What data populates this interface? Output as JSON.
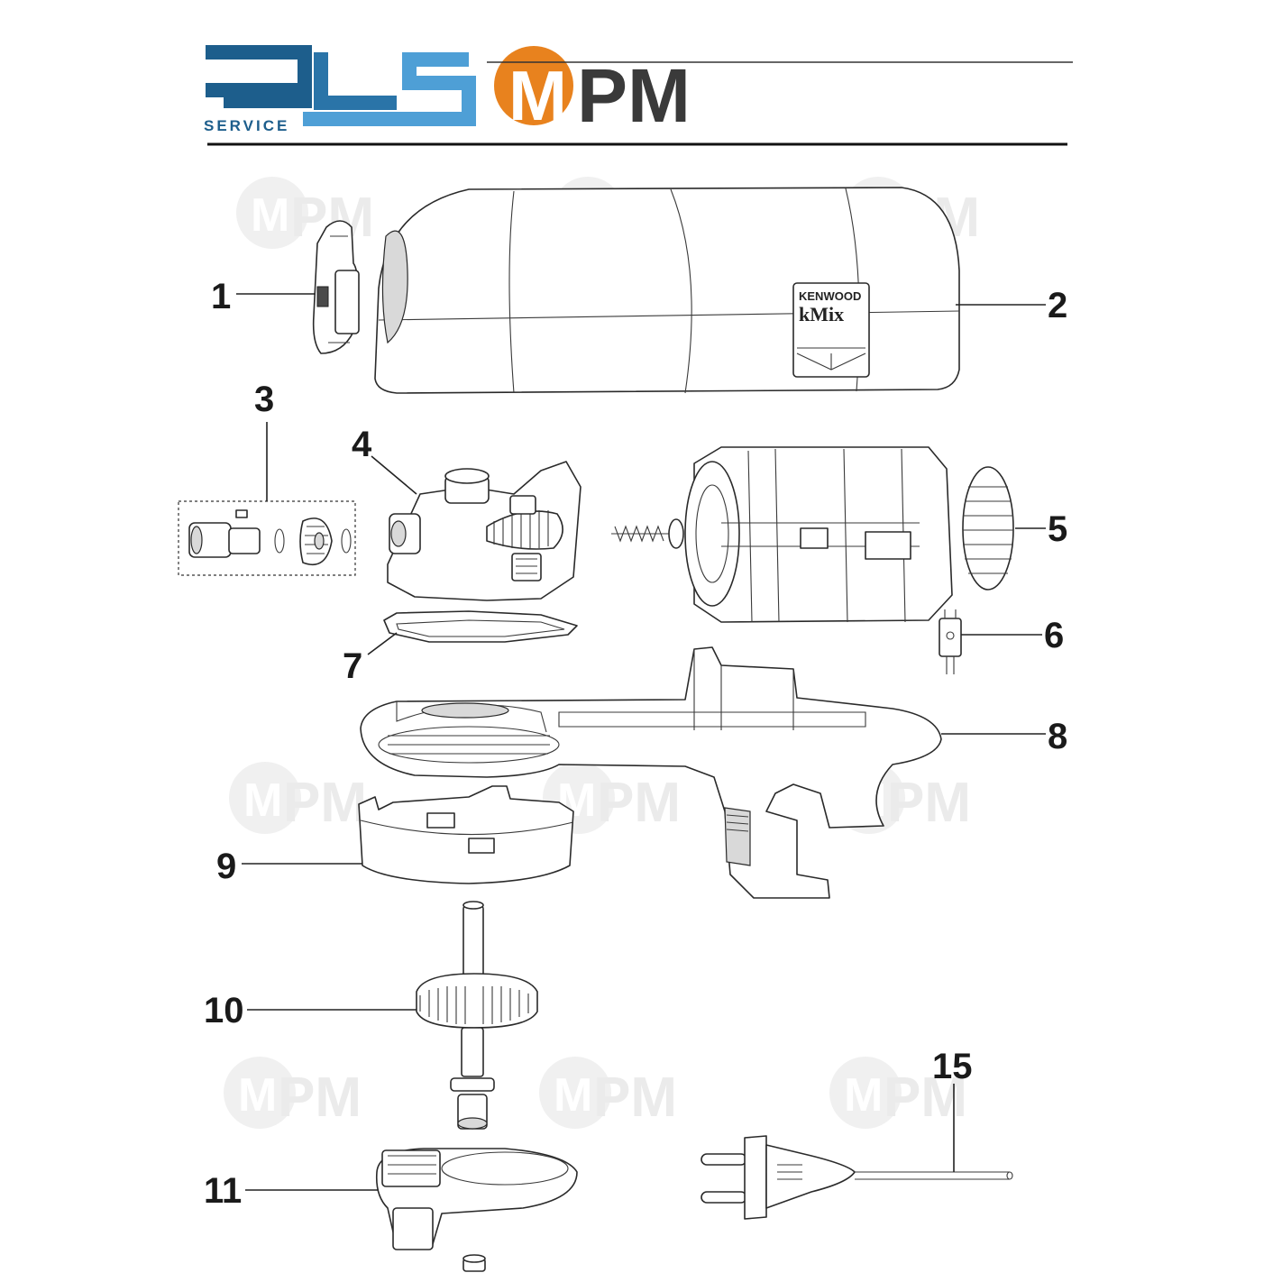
{
  "header": {
    "brand_left": "DLS",
    "brand_left_sub": "SERVICE",
    "brand_right_m": "M",
    "brand_right_rest": "PM",
    "colors": {
      "dls_blue": "#1d5e8c",
      "dls_light": "#4e9fd6",
      "mpm_orange": "#e8821e",
      "mpm_dark": "#3a3a3a"
    }
  },
  "watermark": {
    "m": "M",
    "text": "PM"
  },
  "appliance_badge": {
    "brand": "KENWOOD",
    "model": "kMix"
  },
  "callouts": [
    {
      "id": "1",
      "label": "1",
      "part": "speed-switch-knob"
    },
    {
      "id": "2",
      "label": "2",
      "part": "top-cover"
    },
    {
      "id": "3",
      "label": "3",
      "part": "coupling-kit"
    },
    {
      "id": "4",
      "label": "4",
      "part": "gearbox"
    },
    {
      "id": "5",
      "label": "5",
      "part": "motor"
    },
    {
      "id": "6",
      "label": "6",
      "part": "switch"
    },
    {
      "id": "7",
      "label": "7",
      "part": "gasket"
    },
    {
      "id": "8",
      "label": "8",
      "part": "base-chassis"
    },
    {
      "id": "9",
      "label": "9",
      "part": "gear-cover"
    },
    {
      "id": "10",
      "label": "10",
      "part": "drive-gear-shaft"
    },
    {
      "id": "11",
      "label": "11",
      "part": "planetary-hub"
    },
    {
      "id": "15",
      "label": "15",
      "part": "power-cord"
    }
  ]
}
